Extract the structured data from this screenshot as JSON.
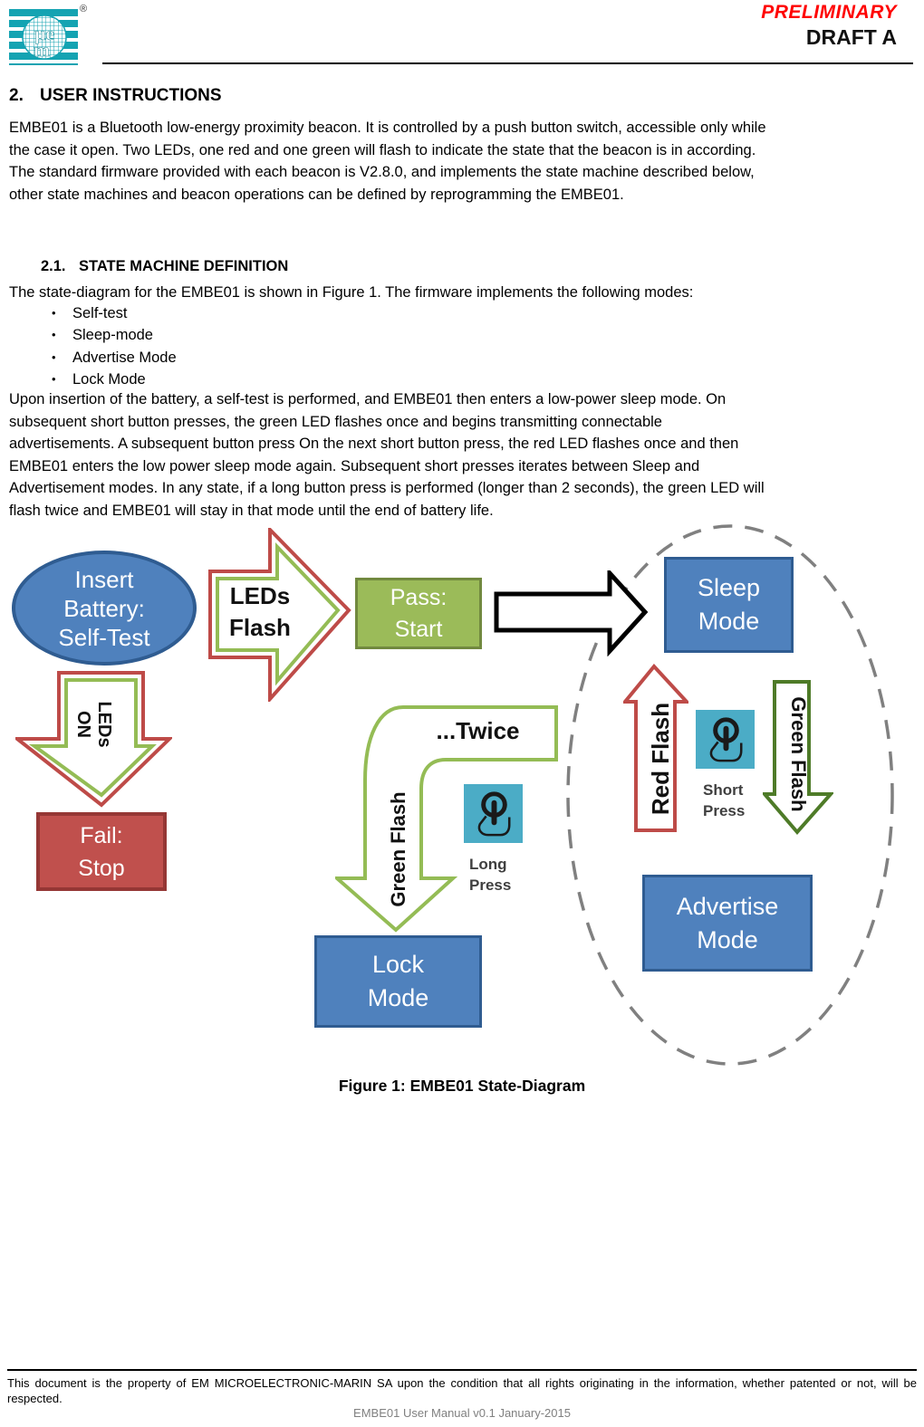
{
  "header": {
    "reg_mark": "®",
    "preliminary": "PRELIMINARY",
    "draft": "DRAFT A",
    "logo": "em-microelectronic-logo"
  },
  "section2": {
    "number": "2.",
    "title": "USER INSTRUCTIONS",
    "paragraph": "EMBE01 is a Bluetooth low-energy proximity beacon.  It is controlled by a push button switch, accessible only while\nthe case it open.  Two LEDs, one red and one green will flash to indicate the state that the beacon is in according.\nThe standard firmware provided with each beacon is V2.8.0, and implements the state machine described below,\nother state machines and beacon operations can be defined by reprogramming the EMBE01."
  },
  "section21": {
    "number": "2.1.",
    "title": "STATE MACHINE DEFINITION",
    "intro": "The state-diagram for the EMBE01 is shown in Figure 1.  The firmware implements the following modes:",
    "bullet_char": "•",
    "bullets": [
      "Self-test",
      "Sleep-mode",
      "Advertise Mode",
      "Lock Mode"
    ],
    "paragraph": "Upon insertion of the battery, a self-test is performed, and EMBE01 then enters a low-power sleep mode. On\nsubsequent short button presses, the green LED flashes once and begins transmitting connectable\nadvertisements. A subsequent button press On the next short button press, the red LED flashes once and then\nEMBE01 enters the low power sleep mode again. Subsequent short presses iterates between Sleep and\nAdvertisement modes. In any state, if a long button press is performed (longer than 2 seconds), the green LED will\nflash twice and EMBE01 will stay in that mode until the end of battery life."
  },
  "diagram": {
    "nodes": {
      "insert_battery": [
        "Insert",
        "Battery:",
        "Self-Test"
      ],
      "pass_start": [
        "Pass:",
        "Start"
      ],
      "fail_stop": [
        "Fail:",
        "Stop"
      ],
      "sleep_mode": [
        "Sleep",
        "Mode"
      ],
      "advertise_mode": [
        "Advertise",
        "Mode"
      ],
      "lock_mode": [
        "Lock",
        "Mode"
      ]
    },
    "labels": {
      "leds_flash": [
        "LEDs",
        "Flash"
      ],
      "leds_on": [
        "LEDs",
        "ON"
      ],
      "red_flash": "Red Flash",
      "green_flash_right": "Green Flash",
      "green_flash_left": "Green Flash",
      "twice": "...Twice",
      "short_press": [
        "Short",
        "Press"
      ],
      "long_press": [
        "Long",
        "Press"
      ]
    },
    "icons": [
      "tap-press-icon",
      "tap-press-icon"
    ],
    "colors": {
      "node_blue": "#4F81BD",
      "node_blue_border": "#2F5C91",
      "pass_green": "#9BBB59",
      "pass_green_border": "#71893F",
      "fail_red": "#C0504D",
      "fail_red_border": "#953735",
      "arrow_red": "#BE4B48",
      "arrow_light_green": "#94BC55",
      "arrow_dark_green": "#4E7B28",
      "arrow_black": "#000000",
      "tap_icon_teal": "#4BACC6",
      "dashed_ellipse_gray": "#808080",
      "preliminary_red": "#FF0000"
    }
  },
  "figure": {
    "caption": "Figure 1: EMBE01 State-Diagram"
  },
  "footer": {
    "notice": "This document is the property of EM MICROELECTRONIC-MARIN SA upon the condition that all rights originating in the information, whether patented or not, will be respected.",
    "version": "EMBE01 User Manual v0.1 January-2015"
  }
}
